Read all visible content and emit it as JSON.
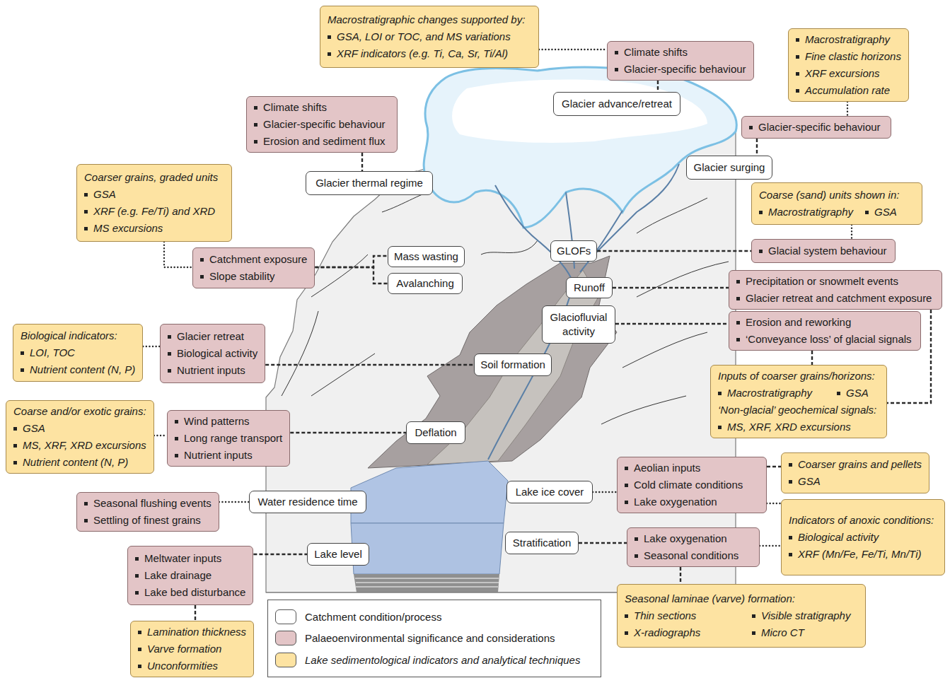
{
  "diagram": {
    "nodes": [
      {
        "text": [
          "Macrostratigraphic changes supported by:",
          "GSA, LOI or TOC, and MS variations",
          "XRF indicators (e.g. Ti, Ca, Sr, Ti/Al)"
        ]
      },
      {
        "text": [
          "Macrostratigraphy",
          "Fine clastic horizons",
          "XRF excursions",
          "Accumulation rate"
        ]
      },
      {
        "text": [
          "Climate shifts",
          "Glacier-specific behaviour"
        ]
      },
      {
        "text": [
          "Glacier advance/retreat"
        ]
      },
      {
        "text": [
          "Climate shifts",
          "Glacier-specific behaviour",
          "Erosion and sediment flux"
        ]
      },
      {
        "text": [
          "Glacier-specific behaviour"
        ]
      },
      {
        "text": [
          "Glacier surging"
        ]
      },
      {
        "text": [
          "Coarser grains, graded units",
          "GSA",
          "XRF (e.g. Fe/Ti) and XRD",
          "MS excursions"
        ]
      },
      {
        "text": [
          "Glacier thermal regime"
        ]
      },
      {
        "text": [
          "Coarse (sand) units shown in:",
          "Macrostratigraphy",
          "GSA"
        ]
      },
      {
        "text": [
          "Glacial system behaviour"
        ]
      },
      {
        "text": [
          "GLOFs"
        ]
      },
      {
        "text": [
          "Mass wasting"
        ]
      },
      {
        "text": [
          "Catchment exposure",
          "Slope stability"
        ]
      },
      {
        "text": [
          "Precipitation or snowmelt events",
          "Glacier retreat and catchment exposure"
        ]
      },
      {
        "text": [
          "Avalanching"
        ]
      },
      {
        "text": [
          "Runoff"
        ]
      },
      {
        "text": [
          "Glaciofluvial activity"
        ]
      },
      {
        "text": [
          "Erosion and reworking",
          "‘Conveyance loss’ of glacial signals"
        ]
      },
      {
        "text": [
          "Biological indicators:",
          "LOI, TOC",
          "Nutrient content (N, P)"
        ]
      },
      {
        "text": [
          "Glacier retreat",
          "Biological activity",
          "Nutrient inputs"
        ]
      },
      {
        "text": [
          "Soil formation"
        ]
      },
      {
        "text": [
          "Inputs of coarser grains/horizons:",
          "Macrostratigraphy",
          "GSA",
          "‘Non-glacial’ geochemical signals:",
          "MS, XRF, XRD excursions"
        ]
      },
      {
        "text": [
          "Coarse and/or exotic grains:",
          "GSA",
          "MS, XRF, XRD excursions",
          "Nutrient content (N, P)"
        ]
      },
      {
        "text": [
          "Wind patterns",
          "Long range transport",
          "Nutrient inputs"
        ]
      },
      {
        "text": [
          "Deflation"
        ]
      },
      {
        "text": [
          "Coarser grains and pellets",
          "GSA"
        ]
      },
      {
        "text": [
          "Aeolian inputs",
          "Cold climate conditions",
          "Lake oxygenation"
        ]
      },
      {
        "text": [
          "Lake ice cover"
        ]
      },
      {
        "text": [
          "Seasonal flushing events",
          "Settling of finest grains"
        ]
      },
      {
        "text": [
          "Water residence time"
        ]
      },
      {
        "text": [
          "Indicators of anoxic conditions:",
          "Biological activity",
          "XRF (Mn/Fe, Fe/Ti, Mn/Ti)"
        ]
      },
      {
        "text": [
          "Lake oxygenation",
          "Seasonal conditions"
        ]
      },
      {
        "text": [
          "Stratification"
        ]
      },
      {
        "text": [
          "Lake level"
        ]
      },
      {
        "text": [
          "Meltwater inputs",
          "Lake drainage",
          "Lake bed disturbance"
        ]
      },
      {
        "text": [
          "Seasonal laminae (varve) formation:",
          "Thin sections",
          "Visible stratigraphy",
          "X-radiographs",
          "Micro CT"
        ]
      },
      {
        "text": [
          "Lamination thickness",
          "Varve formation",
          "Unconformities"
        ]
      }
    ],
    "edges": [
      {
        "from": 0,
        "to": 2,
        "arrow": "none"
      },
      {
        "from": 2,
        "to": 3,
        "arrow": "none"
      },
      {
        "from": 4,
        "to": 8,
        "arrow": "none"
      },
      {
        "from": 1,
        "to": 5,
        "arrow": "none"
      },
      {
        "from": 5,
        "to": 6,
        "arrow": "none"
      },
      {
        "from": 7,
        "to": 13,
        "arrow": "none"
      },
      {
        "from": 13,
        "to": 12,
        "arrow": "none"
      },
      {
        "from": 13,
        "to": 15,
        "arrow": "none"
      },
      {
        "from": 9,
        "to": 10,
        "arrow": "none"
      },
      {
        "from": 11,
        "to": 10,
        "arrow": "none"
      },
      {
        "from": 16,
        "to": 14,
        "arrow": "none"
      },
      {
        "from": 14,
        "to": 22,
        "arrow": "none"
      },
      {
        "from": 17,
        "to": 18,
        "arrow": "none"
      },
      {
        "from": 18,
        "to": 22,
        "arrow": "none"
      },
      {
        "from": 19,
        "to": 20,
        "arrow": "none"
      },
      {
        "from": 20,
        "to": 21,
        "arrow": "none"
      },
      {
        "from": 23,
        "to": 24,
        "arrow": "none"
      },
      {
        "from": 24,
        "to": 25,
        "arrow": "none"
      },
      {
        "from": 28,
        "to": 27,
        "arrow": "none"
      },
      {
        "from": 27,
        "to": 26,
        "arrow": "none"
      },
      {
        "from": 27,
        "to": 31,
        "arrow": "none"
      },
      {
        "from": 33,
        "to": 32,
        "arrow": "none"
      },
      {
        "from": 32,
        "to": 31,
        "arrow": "none"
      },
      {
        "from": 32,
        "to": 36,
        "arrow": "none"
      },
      {
        "from": 29,
        "to": 30,
        "arrow": "none"
      },
      {
        "from": 35,
        "to": 34,
        "arrow": "none"
      },
      {
        "from": 35,
        "to": 37,
        "arrow": "none"
      }
    ],
    "legend": [
      {
        "text": "Catchment condition/process",
        "color": "#ffffff"
      },
      {
        "text": "Palaeoenvironmental significance and considerations",
        "color": "#e3c5c7"
      },
      {
        "text": "Lake sedimentological indicators and analytical techniques",
        "color": "#fde3a2"
      }
    ]
  }
}
